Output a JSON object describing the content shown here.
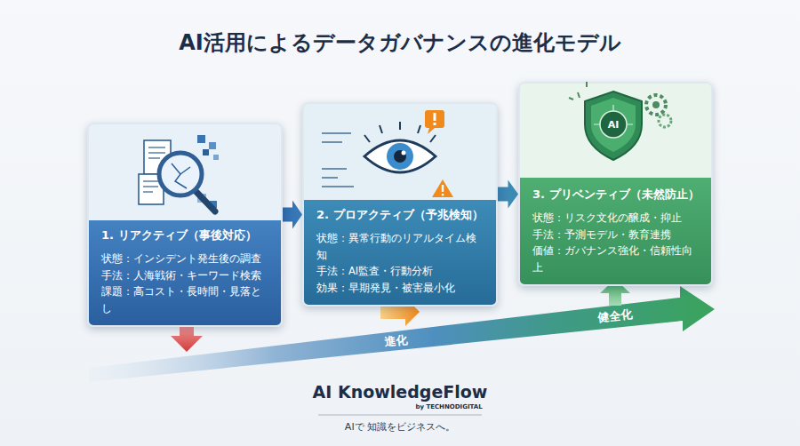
{
  "diagram": {
    "title": "AI活用によるデータガバナンスの進化モデル",
    "nodes": [
      {
        "text": [
          "1. リアクティブ（事後対応）",
          "状態：インシデント発生後の調査",
          "手法：人海戦術・キーワード検索",
          "課題：高コスト・長時間・見落とし"
        ]
      },
      {
        "text": [
          "2. プロアクティブ（予兆検知）",
          "状態：異常行動のリアルタイム検知",
          "手法：AI監査・行動分析",
          "効果：早期発見・被害最小化"
        ]
      },
      {
        "text": [
          "3. プリベンティブ（未然防止）",
          "状態：リスク文化の醸成・抑止",
          "手法：予測モデル・教育連携",
          "価値：ガバナンス強化・信頼性向上"
        ]
      }
    ],
    "edges": [
      {
        "from": 0,
        "to": 1,
        "arrow": "to"
      },
      {
        "from": 1,
        "to": 2,
        "arrow": "to"
      }
    ],
    "labels": [
      "AI",
      "進化",
      "健全化",
      "AI KnowledgeFlow",
      "by TECHNODIGITAL",
      "AIで 知識をビジネスへ。"
    ]
  }
}
